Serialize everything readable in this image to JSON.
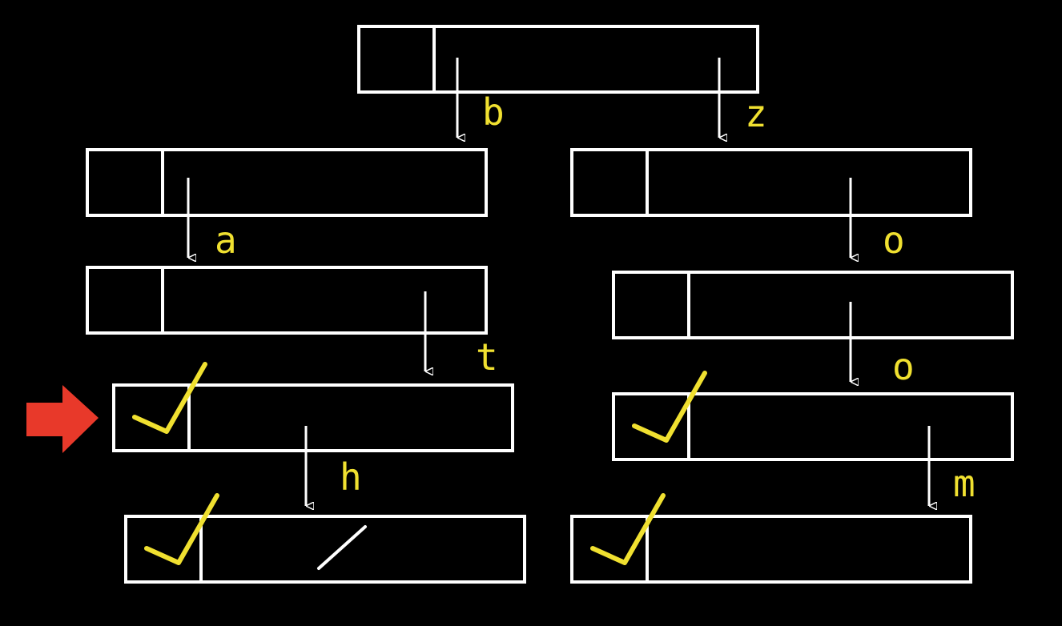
{
  "colors": {
    "background": "#000000",
    "box_stroke": "#ffffff",
    "label": "#f0e030",
    "check": "#f0e030",
    "pointer": "#e8392a"
  },
  "nodes": [
    {
      "id": "root",
      "terminal": false
    },
    {
      "id": "b",
      "terminal": false
    },
    {
      "id": "ba",
      "terminal": false
    },
    {
      "id": "bat",
      "terminal": true,
      "highlighted": true
    },
    {
      "id": "bath",
      "terminal": true
    },
    {
      "id": "z",
      "terminal": false
    },
    {
      "id": "zo",
      "terminal": false
    },
    {
      "id": "zoo",
      "terminal": true
    },
    {
      "id": "zoom",
      "terminal": true
    }
  ],
  "edges": [
    {
      "from": "root",
      "to": "b",
      "label": "b"
    },
    {
      "from": "root",
      "to": "z",
      "label": "z"
    },
    {
      "from": "b",
      "to": "ba",
      "label": "a"
    },
    {
      "from": "ba",
      "to": "bat",
      "label": "t"
    },
    {
      "from": "bat",
      "to": "bath",
      "label": "h"
    },
    {
      "from": "z",
      "to": "zo",
      "label": "o"
    },
    {
      "from": "zo",
      "to": "zoo",
      "label": "o"
    },
    {
      "from": "zoo",
      "to": "zoom",
      "label": "m"
    }
  ],
  "icons": {
    "check": "check-icon",
    "pointer": "arrow-right-icon"
  }
}
